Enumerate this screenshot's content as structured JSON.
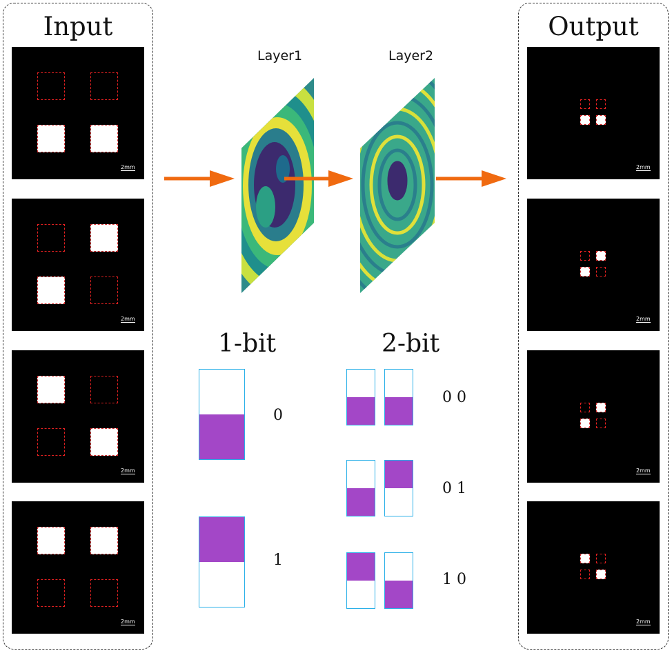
{
  "input_panel": {
    "title": "Input"
  },
  "output_panel": {
    "title": "Output"
  },
  "scale_label": "2mm",
  "layers": [
    {
      "label": "Layer1"
    },
    {
      "label": "Layer2"
    }
  ],
  "encoding": {
    "one_bit": {
      "title": "1-bit",
      "codes": [
        "0",
        "1"
      ]
    },
    "two_bit": {
      "title": "2-bit",
      "codes": [
        "0 0",
        "0 1",
        "1 0"
      ]
    }
  },
  "colors": {
    "arrow": "#f06a10",
    "fill": "#a347c7",
    "cell_border": "#2ab0e8",
    "dash": "#e02020"
  }
}
